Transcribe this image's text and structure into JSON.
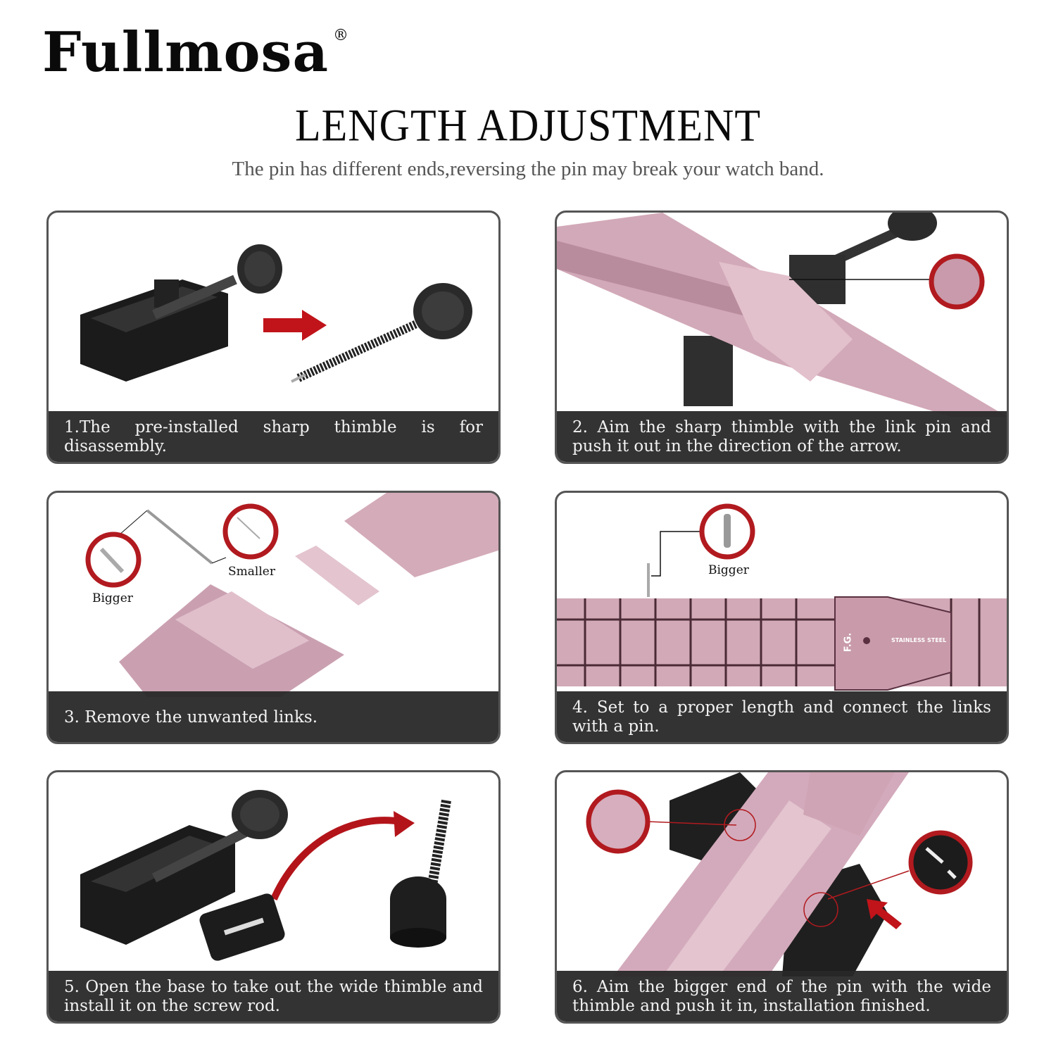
{
  "header": {
    "brand": "Fullmosa",
    "brand_mark": "®",
    "title": "LENGTH ADJUSTMENT",
    "subtitle": "The pin has different ends,reversing the pin may break your watch band."
  },
  "colors": {
    "caption_bg": "#282828",
    "border": "#555555",
    "accent_red": "#b11a1f",
    "band_pink": "#d8b0be",
    "tool_black": "#1a1a1a"
  },
  "steps": [
    {
      "caption": "1.The pre-installed sharp thimble is for disassembly.",
      "icons": [
        "pin-tool-icon",
        "arrow-right-icon",
        "screw-thimble-icon"
      ]
    },
    {
      "caption": "2. Aim the sharp thimble with the link pin and push it out in the direction of the arrow.",
      "icons": [
        "watch-band-icon",
        "pin-tool-icon",
        "magnifier-ring-icon"
      ]
    },
    {
      "caption": "3. Remove the unwanted links.",
      "labels": {
        "bigger": "Bigger",
        "smaller": "Smaller"
      }
    },
    {
      "caption": "4. Set to a proper length and connect the links with a pin.",
      "labels": {
        "bigger": "Bigger",
        "clasp_brand": "F.G.",
        "clasp_text": "STAINLESS STEEL"
      }
    },
    {
      "caption": "5. Open the base to take out the wide thimble and install it on the screw rod.",
      "icons": [
        "pin-tool-icon",
        "curved-arrow-icon",
        "wide-thimble-icon"
      ]
    },
    {
      "caption": "6. Aim the bigger end of the pin with the wide thimble and push it in, installation finished.",
      "icons": [
        "watch-band-icon",
        "magnifier-ring-icon",
        "arrow-up-left-icon"
      ]
    }
  ]
}
